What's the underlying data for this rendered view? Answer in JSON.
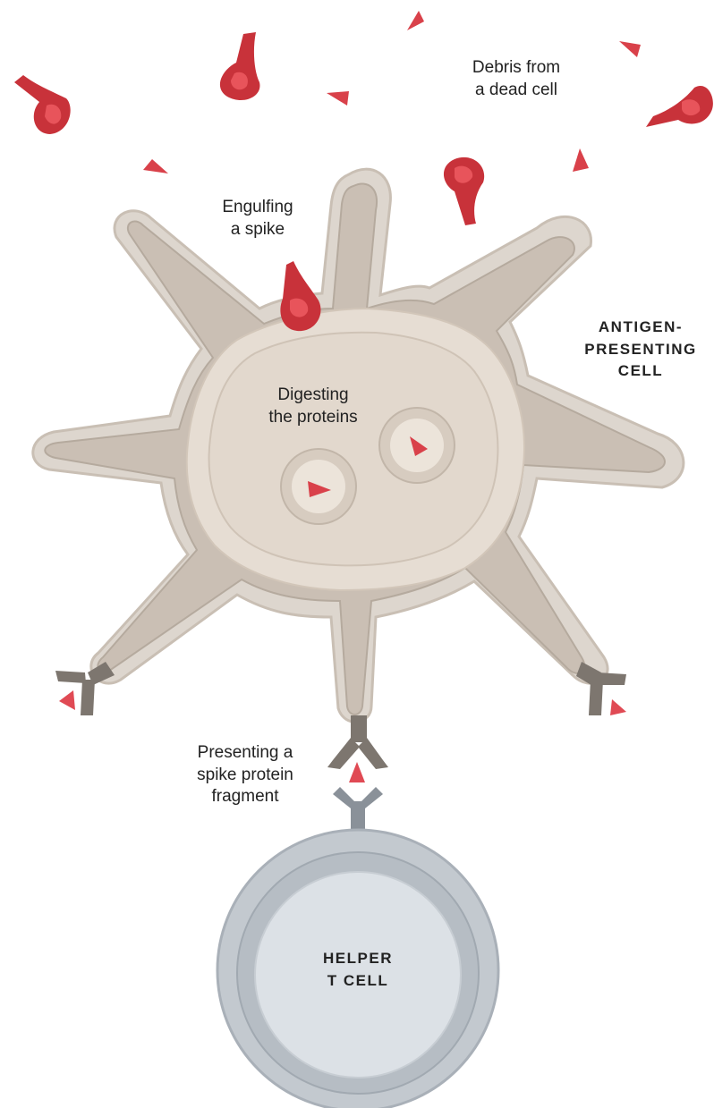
{
  "labels": {
    "debris": [
      "Debris from",
      "a dead cell"
    ],
    "engulfing": [
      "Engulfing",
      "a spike"
    ],
    "digesting": [
      "Digesting",
      "the proteins"
    ],
    "antigen_cell": [
      "ANTIGEN-",
      "PRESENTING",
      "CELL"
    ],
    "presenting": [
      "Presenting a",
      "spike protein",
      "fragment"
    ],
    "helper_cell": [
      "HELPER",
      "T CELL"
    ]
  },
  "colors": {
    "spike_red": "#c8323a",
    "spike_light": "#e8545b",
    "apc_outer": "#d3cbc2",
    "apc_mid": "#c6bbb0",
    "apc_inner": "#e8dfd5",
    "receptor": "#7d766f",
    "tcell_outer": "#b9c0c7",
    "tcell_inner": "#dfe3e8"
  }
}
